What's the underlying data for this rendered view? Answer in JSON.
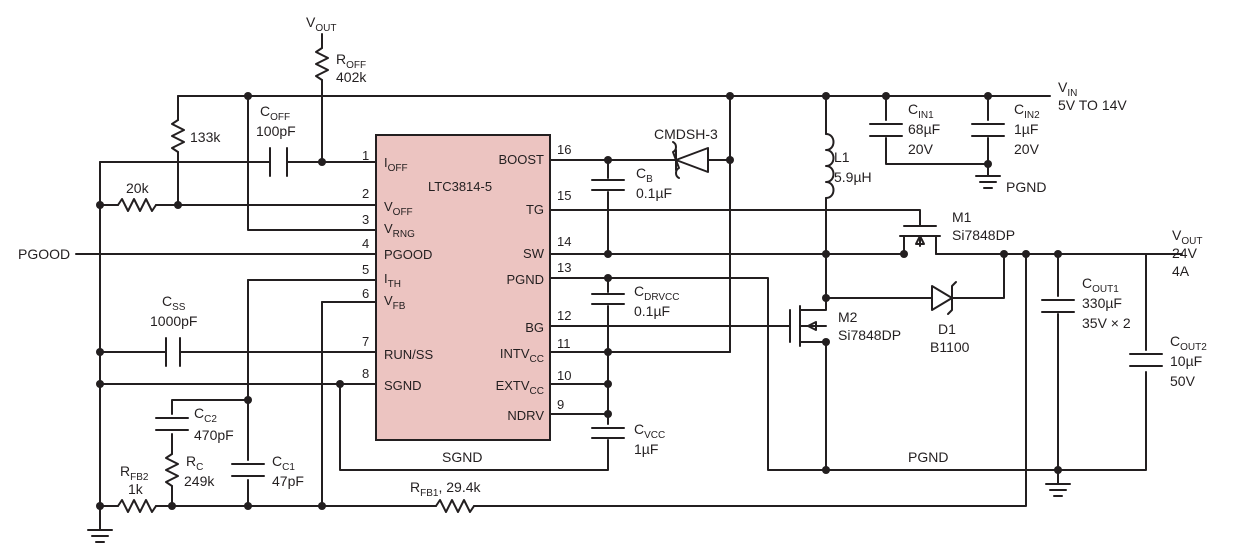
{
  "ic": {
    "name": "LTC3814-5",
    "fill_color": "#ecc4c1",
    "pins": [
      {
        "n": "1",
        "name": "I",
        "sub": "OFF"
      },
      {
        "n": "2",
        "name": "V",
        "sub": "OFF"
      },
      {
        "n": "3",
        "name": "V",
        "sub": "RNG"
      },
      {
        "n": "4",
        "name": "PGOOD",
        "sub": ""
      },
      {
        "n": "5",
        "name": "I",
        "sub": "TH"
      },
      {
        "n": "6",
        "name": "V",
        "sub": "FB"
      },
      {
        "n": "7",
        "name": "RUN/SS",
        "sub": ""
      },
      {
        "n": "8",
        "name": "SGND",
        "sub": ""
      },
      {
        "n": "16",
        "name": "BOOST",
        "sub": ""
      },
      {
        "n": "15",
        "name": "TG",
        "sub": ""
      },
      {
        "n": "14",
        "name": "SW",
        "sub": ""
      },
      {
        "n": "13",
        "name": "PGND",
        "sub": ""
      },
      {
        "n": "12",
        "name": "BG",
        "sub": ""
      },
      {
        "n": "11",
        "name": "INTV",
        "sub": "CC"
      },
      {
        "n": "10",
        "name": "EXTV",
        "sub": "CC"
      },
      {
        "n": "9",
        "name": "NDRV",
        "sub": ""
      }
    ]
  },
  "labels": {
    "vout_top": {
      "main": "V",
      "sub": "OUT"
    },
    "roff": {
      "main": "R",
      "sub": "OFF",
      "value": "402k"
    },
    "r133": "133k",
    "coff": {
      "main": "C",
      "sub": "OFF",
      "value": "100pF"
    },
    "r20k": "20k",
    "pgood": "PGOOD",
    "css": {
      "main": "C",
      "sub": "SS",
      "value": "1000pF"
    },
    "cc2": {
      "main": "C",
      "sub": "C2",
      "value": "470pF"
    },
    "rc": {
      "main": "R",
      "sub": "C",
      "value": "249k"
    },
    "cc1": {
      "main": "C",
      "sub": "C1",
      "value": "47pF"
    },
    "rfb2": {
      "main": "R",
      "sub": "FB2",
      "value": "1k"
    },
    "rfb1": {
      "main": "R",
      "sub": "FB1",
      "value": ", 29.4k"
    },
    "sgnd": "SGND",
    "pgnd_bottom": "PGND",
    "cb": {
      "main": "C",
      "sub": "B",
      "value": "0.1µF"
    },
    "cmdsh": "CMDSH-3",
    "cdrvcc": {
      "main": "C",
      "sub": "DRVCC",
      "value": "0.1µF"
    },
    "cvcc": {
      "main": "C",
      "sub": "VCC",
      "value": "1µF"
    },
    "l1": {
      "name": "L1",
      "value": "5.9µH"
    },
    "cin1": {
      "main": "C",
      "sub": "IN1",
      "value1": "68µF",
      "value2": "20V"
    },
    "cin2": {
      "main": "C",
      "sub": "IN2",
      "value1": "1µF",
      "value2": "20V"
    },
    "pgnd_right": "PGND",
    "vin": {
      "main": "V",
      "sub": "IN",
      "range": "5V TO 14V"
    },
    "m1": {
      "name": "M1",
      "part": "Si7848DP"
    },
    "m2": {
      "name": "M2",
      "part": "Si7848DP"
    },
    "d1": {
      "name": "D1",
      "part": "B1100"
    },
    "vout_right": {
      "main": "V",
      "sub": "OUT",
      "v": "24V",
      "i": "4A"
    },
    "cout1": {
      "main": "C",
      "sub": "OUT1",
      "value1": "330µF",
      "value2": "35V × 2"
    },
    "cout2": {
      "main": "C",
      "sub": "OUT2",
      "value1": "10µF",
      "value2": "50V"
    }
  }
}
